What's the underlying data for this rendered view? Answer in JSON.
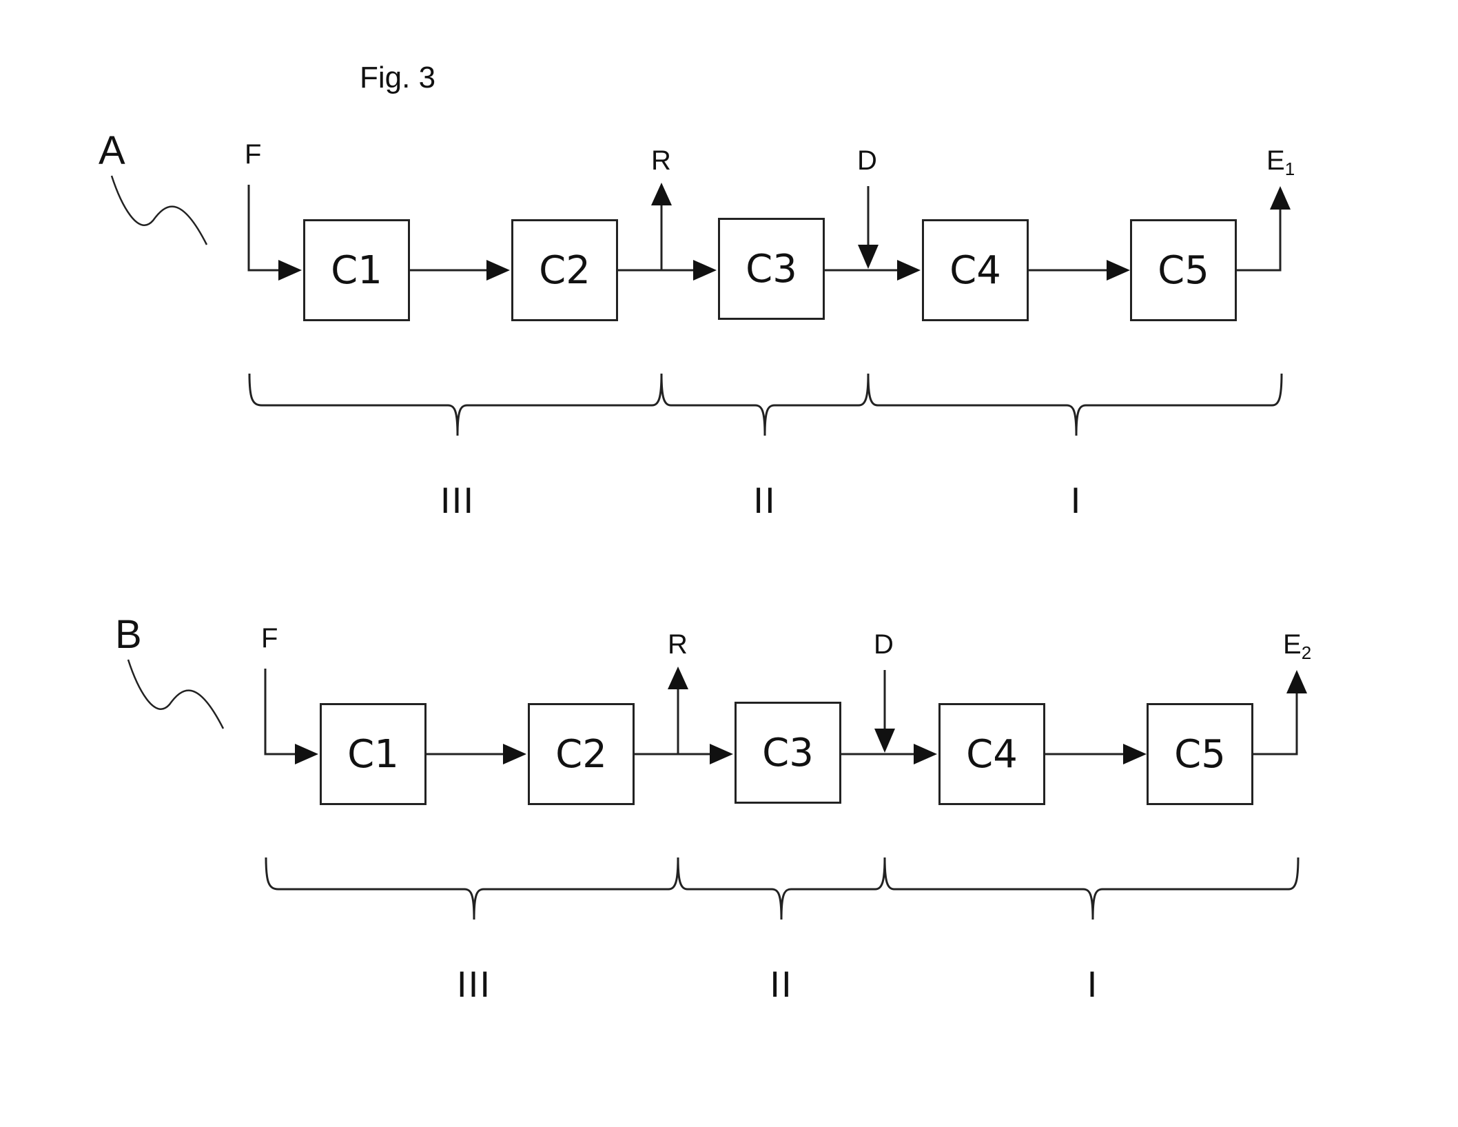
{
  "figure_title": "Fig. 3",
  "panels": [
    {
      "letter": "A",
      "feed": "F",
      "side_draw": "R",
      "addition": "D",
      "outlet": "E",
      "outlet_sub": "1",
      "columns": [
        "C1",
        "C2",
        "C3",
        "C4",
        "C5"
      ],
      "zones": [
        "III",
        "II",
        "I"
      ]
    },
    {
      "letter": "B",
      "feed": "F",
      "side_draw": "R",
      "addition": "D",
      "outlet": "E",
      "outlet_sub": "2",
      "columns": [
        "C1",
        "C2",
        "C3",
        "C4",
        "C5"
      ],
      "zones": [
        "III",
        "II",
        "I"
      ]
    }
  ]
}
